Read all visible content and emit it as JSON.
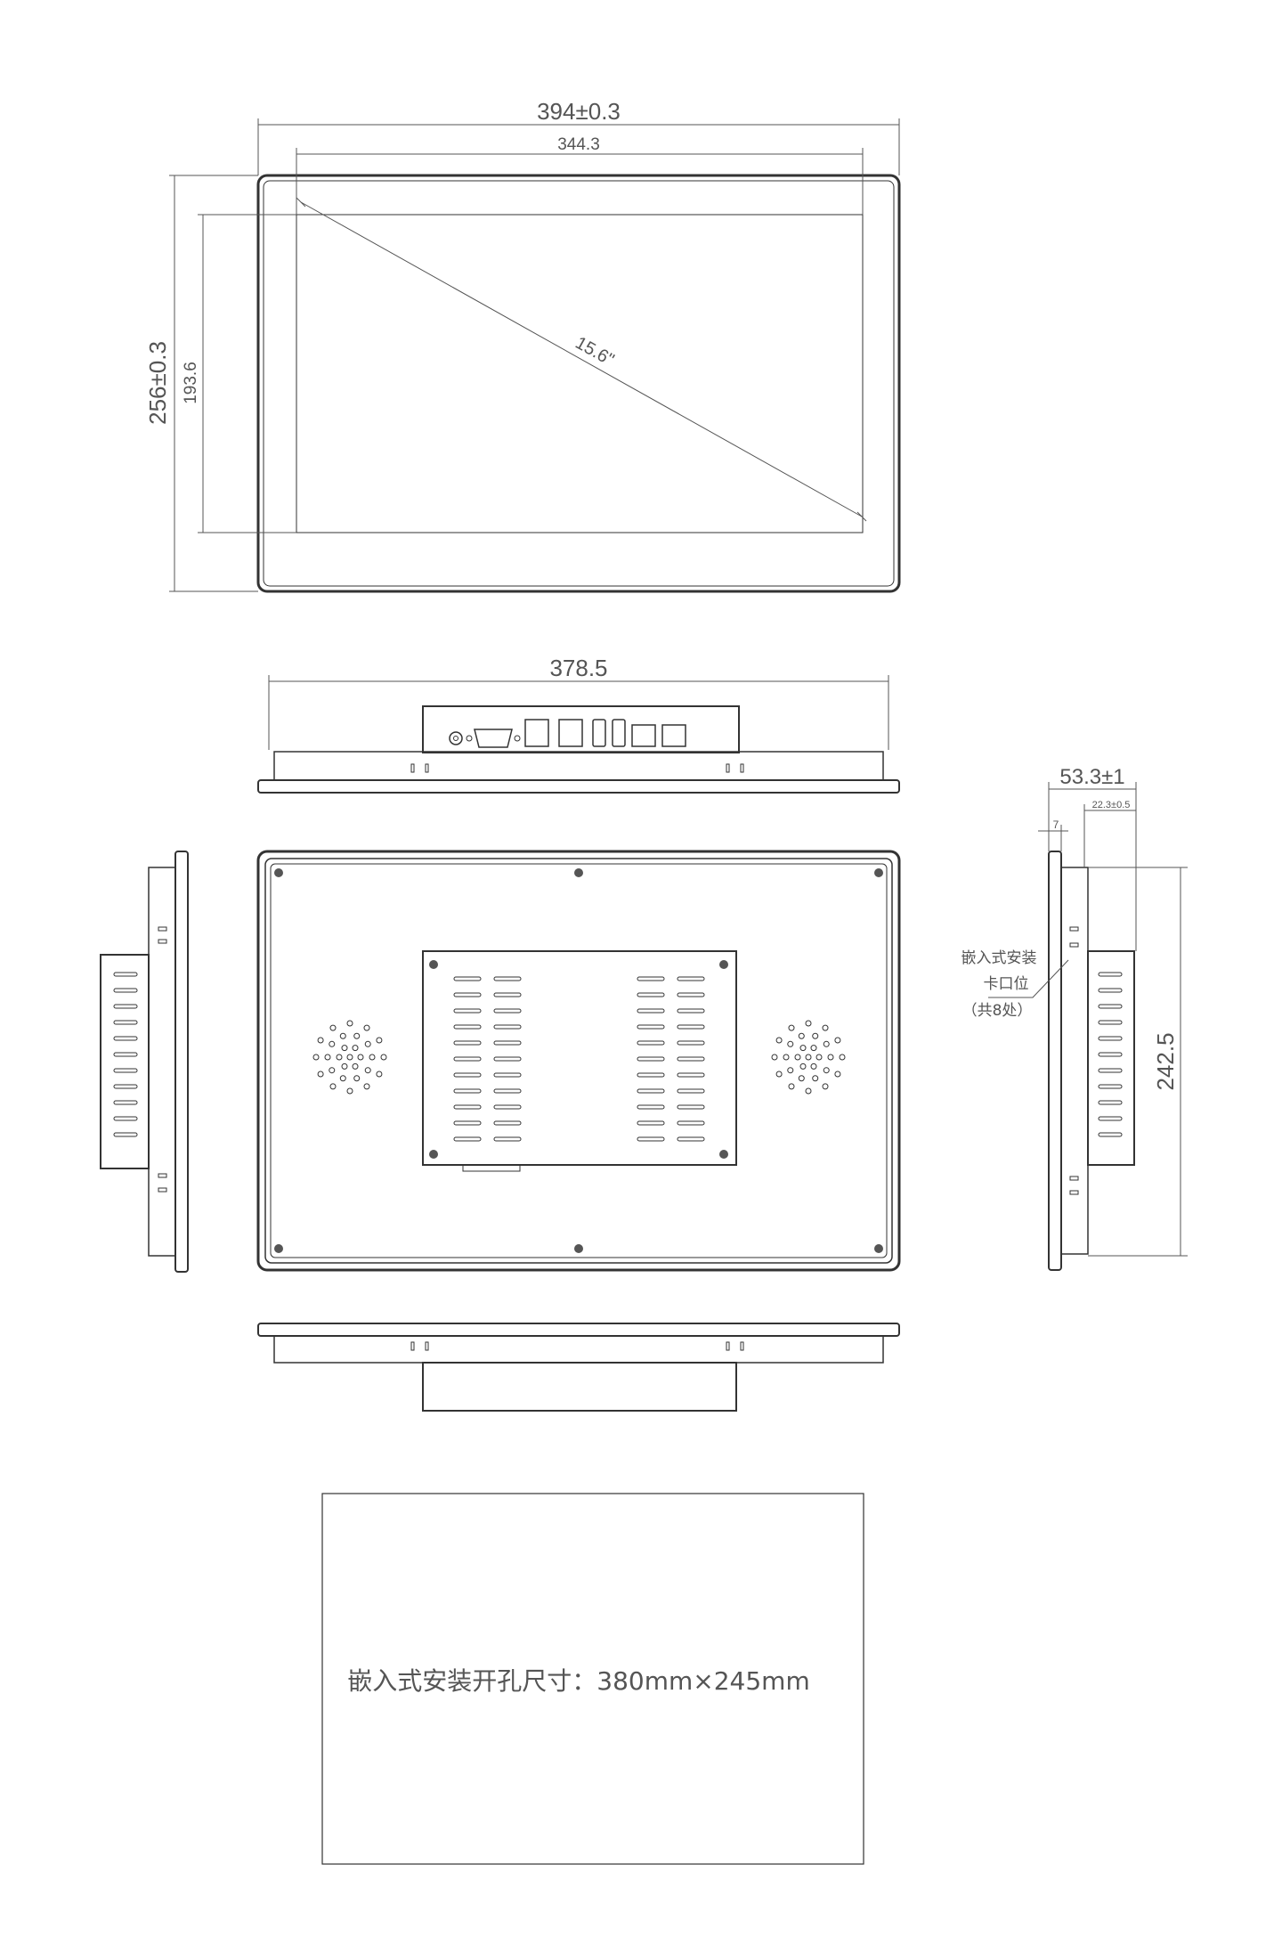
{
  "front_view": {
    "overall_width": "394±0.3",
    "active_width": "344.3",
    "overall_height": "256±0.3",
    "active_height": "193.6",
    "diagonal": "15.6\""
  },
  "top_view": {
    "width": "378.5"
  },
  "side_view": {
    "depth": "53.3±1",
    "sub_depth": "22.3±0.5",
    "bezel": "7",
    "height": "242.5",
    "clip_label_line1": "嵌入式安装",
    "clip_label_line2": "卡口位",
    "clip_label_line3": "（共8处）"
  },
  "cutout": {
    "label": "嵌入式安装开孔尺寸：380mm×245mm"
  },
  "colors": {
    "line": "#333333",
    "dimension": "#555555",
    "screw": "#555555"
  }
}
